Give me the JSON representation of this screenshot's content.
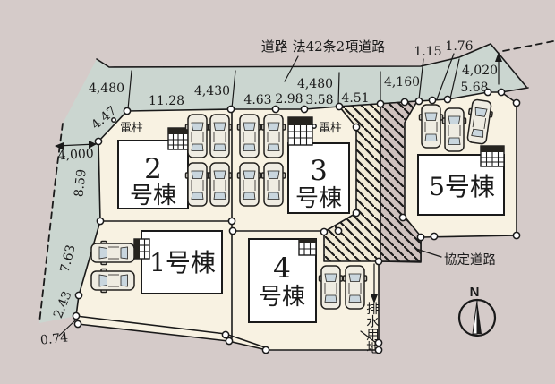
{
  "labels": {
    "road": "道路 法42条2項道路",
    "pole1": "電柱",
    "pole2": "電柱",
    "agreement_road": "協定道路",
    "drainage": "排水用地",
    "north": "N"
  },
  "dims_top": [
    "4,480",
    "11.28",
    "4,430",
    "4.63",
    "2.98",
    "3.58",
    "4,480",
    "4.51",
    "4,160",
    "1.15",
    "1.76",
    "4,020",
    "5.68"
  ],
  "dims_left": [
    "4.47",
    "4,000",
    "8.59",
    "7.63",
    "2.43",
    "0.74"
  ],
  "buildings": [
    {
      "label": "1号棟",
      "line1": "1号棟",
      "line2": ""
    },
    {
      "label": "2号棟",
      "line1": "2",
      "line2": "号棟"
    },
    {
      "label": "3号棟",
      "line1": "3",
      "line2": "号棟"
    },
    {
      "label": "4号棟",
      "line1": "4",
      "line2": "号棟"
    },
    {
      "label": "5号棟",
      "line1": "5号棟",
      "line2": ""
    }
  ],
  "colors": {
    "background": "#d5cbc9",
    "road": "#cbd6d0",
    "lot": "#f8f2e2",
    "hatch_left": "#f1ead6",
    "hatch_right": "#cfc2bf",
    "building": "#ffffff",
    "line": "#1a1a1a",
    "car_body": "#efece2",
    "car_window": "#c9d6de"
  }
}
